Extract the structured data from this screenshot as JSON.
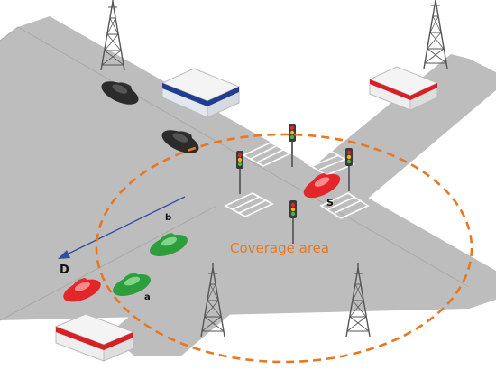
{
  "labels": {
    "coverage": "Coverage area",
    "destination": "D",
    "source": "S",
    "vehicle_a": "a",
    "vehicle_b": "b"
  },
  "colors": {
    "coverage_outline": "#e87722",
    "coverage_text": "#e87722",
    "road": "#bdbdbd",
    "arrow": "#2f4fa0",
    "car_green": "#2e9d3b",
    "car_red": "#e2262a",
    "car_black": "#2b2b2b",
    "building_blue": "#1f3e8f",
    "building_red": "#d71f26"
  },
  "icons": [
    "cell-tower-icon",
    "traffic-light-icon",
    "building-icon",
    "car-icon"
  ]
}
